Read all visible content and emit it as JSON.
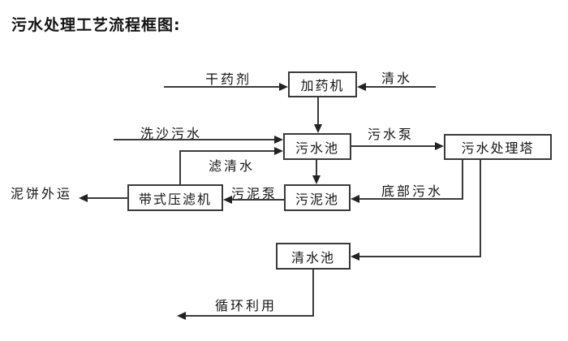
{
  "title": "污水处理工艺流程框图:",
  "colors": {
    "line": "#3a3a3a",
    "text": "#141414",
    "background": "#ffffff"
  },
  "nodes": {
    "dosing_machine": "加药机",
    "sewage_pool": "污水池",
    "sewage_treatment_tower": "污水处理塔",
    "belt_filter_press": "带式压滤机",
    "sludge_pool": "污泥池",
    "clean_water_pool": "清水池"
  },
  "flow_labels": {
    "dry_agent": "干药剂",
    "clean_water": "清水",
    "sand_washing_sewage": "洗沙污水",
    "filtered_water": "滤清水",
    "sewage_pump": "污水泵",
    "sludge_pump": "污泥泵",
    "mud_cake_transport": "泥饼外运",
    "bottom_sewage": "底部污水",
    "recycle_use": "循环利用"
  }
}
